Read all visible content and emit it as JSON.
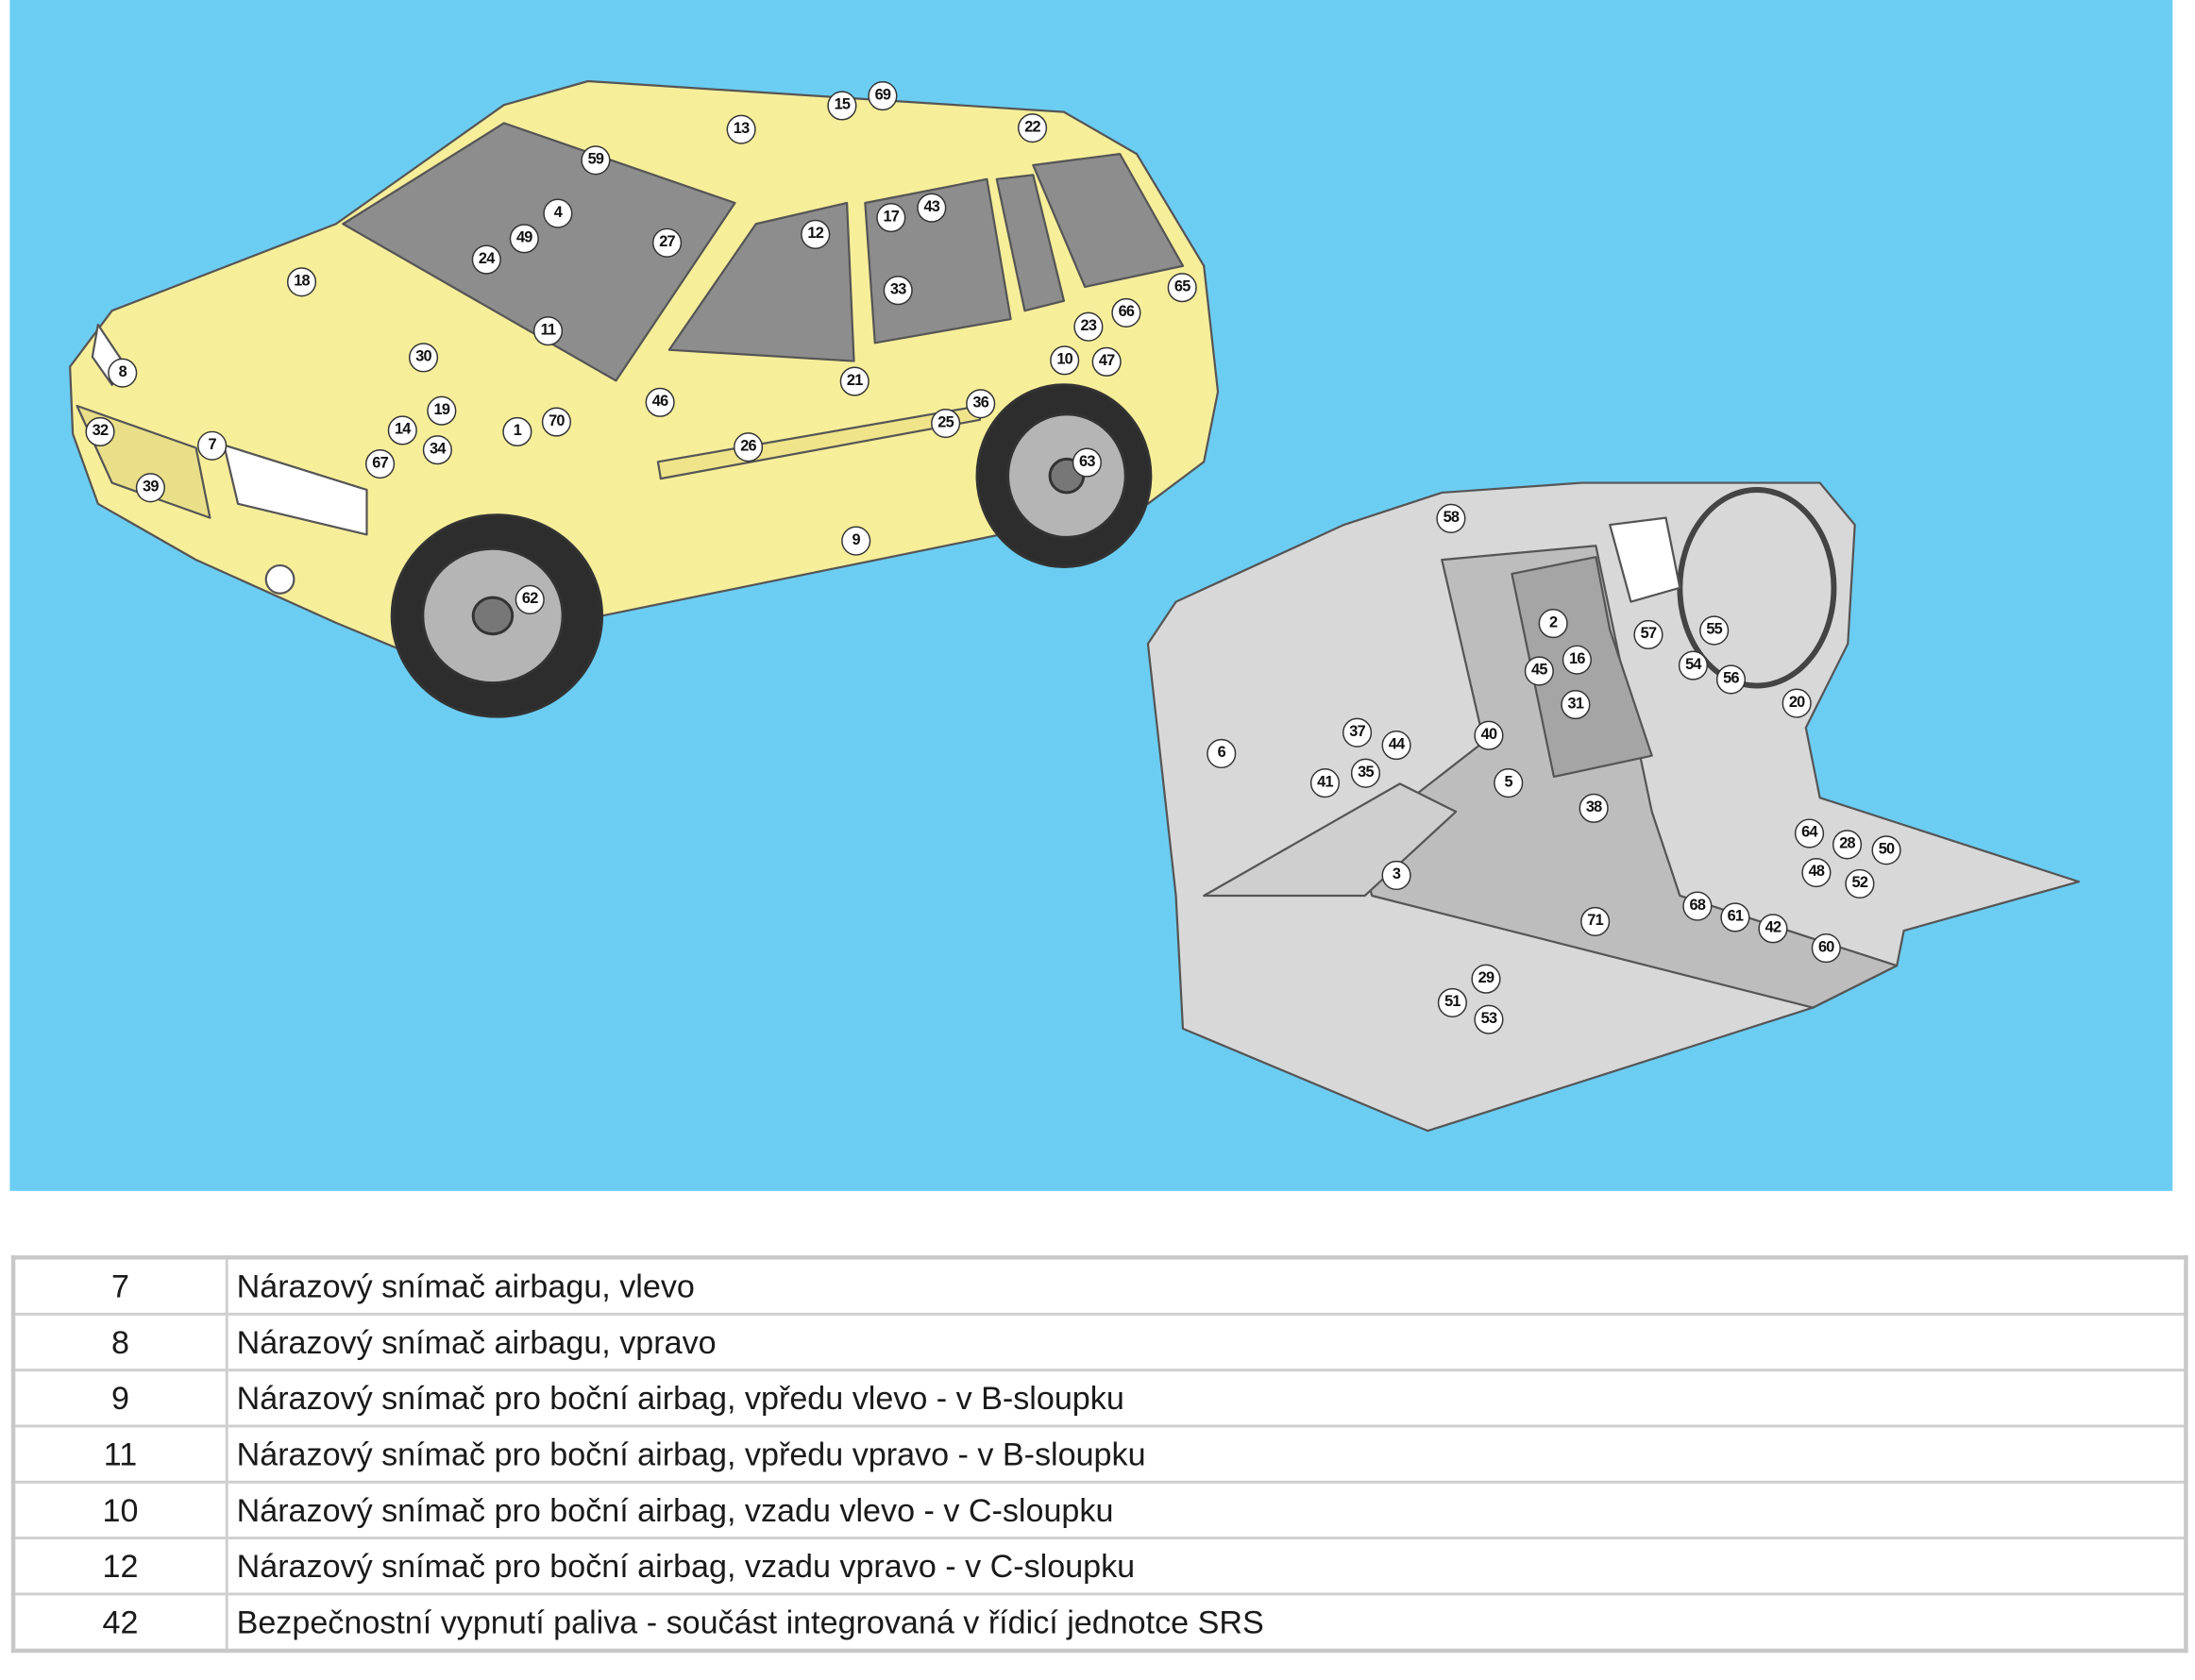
{
  "diagram": {
    "background_color": "#6ccdf3",
    "vehicle_callouts": [
      "13",
      "15",
      "69",
      "22",
      "59",
      "4",
      "49",
      "24",
      "27",
      "12",
      "17",
      "43",
      "18",
      "33",
      "65",
      "66",
      "23",
      "11",
      "10",
      "47",
      "30",
      "21",
      "8",
      "46",
      "36",
      "25",
      "19",
      "14",
      "70",
      "1",
      "34",
      "32",
      "7",
      "26",
      "67",
      "63",
      "39",
      "9",
      "62"
    ],
    "interior_callouts": [
      "58",
      "2",
      "57",
      "55",
      "16",
      "45",
      "54",
      "56",
      "31",
      "20",
      "40",
      "37",
      "44",
      "6",
      "41",
      "35",
      "5",
      "38",
      "64",
      "28",
      "50",
      "48",
      "52",
      "3",
      "68",
      "61",
      "42",
      "71",
      "60",
      "29",
      "51",
      "53"
    ]
  },
  "legend": {
    "rows": [
      {
        "num": "7",
        "desc": "Nárazový snímač airbagu, vlevo"
      },
      {
        "num": "8",
        "desc": "Nárazový snímač airbagu, vpravo"
      },
      {
        "num": "9",
        "desc": "Nárazový snímač pro boční airbag, vpředu vlevo - v B-sloupku"
      },
      {
        "num": "11",
        "desc": "Nárazový snímač pro boční airbag, vpředu vpravo - v B-sloupku"
      },
      {
        "num": "10",
        "desc": "Nárazový snímač pro boční airbag, vzadu vlevo - v C-sloupku"
      },
      {
        "num": "12",
        "desc": "Nárazový snímač pro boční airbag, vzadu vpravo - v C-sloupku"
      },
      {
        "num": "42",
        "desc": "Bezpečnostní vypnutí paliva - součást integrovaná v řídicí jednotce SRS"
      }
    ]
  }
}
